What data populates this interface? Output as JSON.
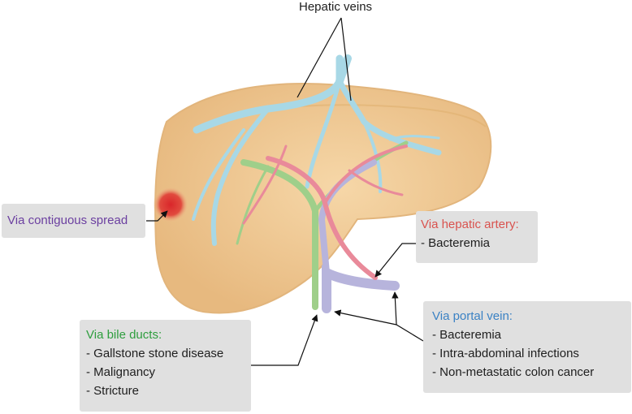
{
  "hepatic_veins_label": "Hepatic veins",
  "contiguous": {
    "title": "Via contiguous spread",
    "color": "#6b3fa0"
  },
  "hepatic_artery": {
    "title": "Via hepatic artery:",
    "color": "#d9534f",
    "items": [
      "- Bacteremia"
    ]
  },
  "portal_vein": {
    "title": "Via portal vein:",
    "color": "#3b82c4",
    "items": [
      "- Bacteremia",
      "- Intra-abdominal infections",
      "- Non-metastatic colon cancer"
    ]
  },
  "bile_ducts": {
    "title": "Via bile ducts:",
    "color": "#2e9e3e",
    "items": [
      "- Gallstone stone disease",
      "- Malignancy",
      "- Stricture"
    ]
  },
  "colors": {
    "liver": "#efc894",
    "vein": "#a8d8e6",
    "artery": "#e98a9a",
    "portal": "#b7b4dc",
    "bile": "#9fcf8a",
    "abscess": "#d9262a"
  }
}
